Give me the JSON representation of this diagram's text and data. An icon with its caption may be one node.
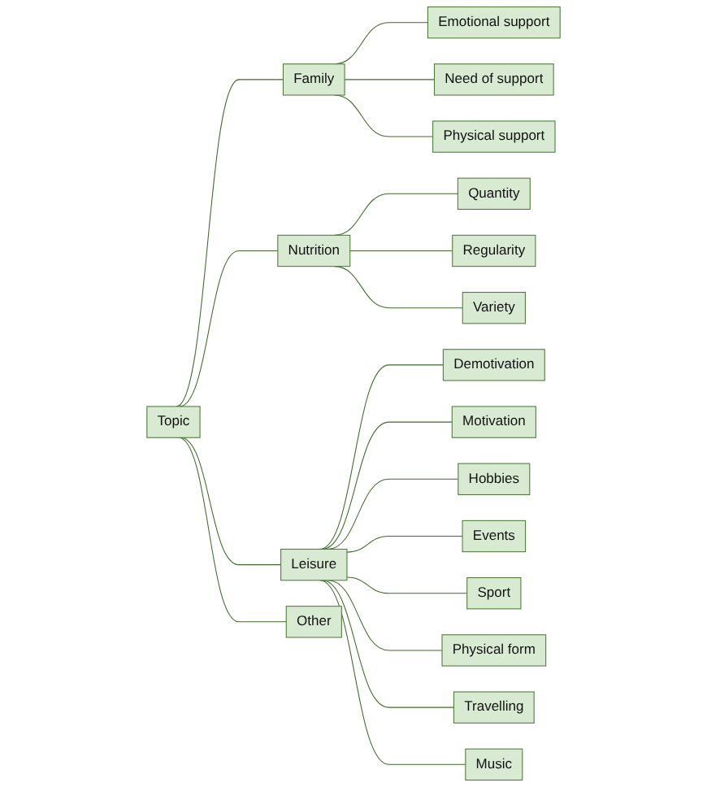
{
  "diagram": {
    "nodes": [
      {
        "text": [
          "Topic"
        ]
      },
      {
        "text": [
          "Family"
        ]
      },
      {
        "text": [
          "Emotional support"
        ]
      },
      {
        "text": [
          "Need of support"
        ]
      },
      {
        "text": [
          "Physical support"
        ]
      },
      {
        "text": [
          "Nutrition"
        ]
      },
      {
        "text": [
          "Quantity"
        ]
      },
      {
        "text": [
          "Regularity"
        ]
      },
      {
        "text": [
          "Variety"
        ]
      },
      {
        "text": [
          "Leisure"
        ]
      },
      {
        "text": [
          "Demotivation"
        ]
      },
      {
        "text": [
          "Motivation"
        ]
      },
      {
        "text": [
          "Hobbies"
        ]
      },
      {
        "text": [
          "Events"
        ]
      },
      {
        "text": [
          "Sport"
        ]
      },
      {
        "text": [
          "Physical form"
        ]
      },
      {
        "text": [
          "Travelling"
        ]
      },
      {
        "text": [
          "Music"
        ]
      },
      {
        "text": [
          "Other"
        ]
      }
    ],
    "edges": [
      {
        "from": 0,
        "to": 1,
        "arrow": "none"
      },
      {
        "from": 1,
        "to": 2,
        "arrow": "none"
      },
      {
        "from": 1,
        "to": 3,
        "arrow": "none"
      },
      {
        "from": 1,
        "to": 4,
        "arrow": "none"
      },
      {
        "from": 0,
        "to": 5,
        "arrow": "none"
      },
      {
        "from": 5,
        "to": 6,
        "arrow": "none"
      },
      {
        "from": 5,
        "to": 7,
        "arrow": "none"
      },
      {
        "from": 5,
        "to": 8,
        "arrow": "none"
      },
      {
        "from": 0,
        "to": 9,
        "arrow": "none"
      },
      {
        "from": 9,
        "to": 10,
        "arrow": "none"
      },
      {
        "from": 9,
        "to": 11,
        "arrow": "none"
      },
      {
        "from": 9,
        "to": 12,
        "arrow": "none"
      },
      {
        "from": 9,
        "to": 13,
        "arrow": "none"
      },
      {
        "from": 9,
        "to": 14,
        "arrow": "none"
      },
      {
        "from": 9,
        "to": 15,
        "arrow": "none"
      },
      {
        "from": 9,
        "to": 16,
        "arrow": "none"
      },
      {
        "from": 9,
        "to": 17,
        "arrow": "none"
      },
      {
        "from": 0,
        "to": 18,
        "arrow": "none"
      }
    ]
  }
}
